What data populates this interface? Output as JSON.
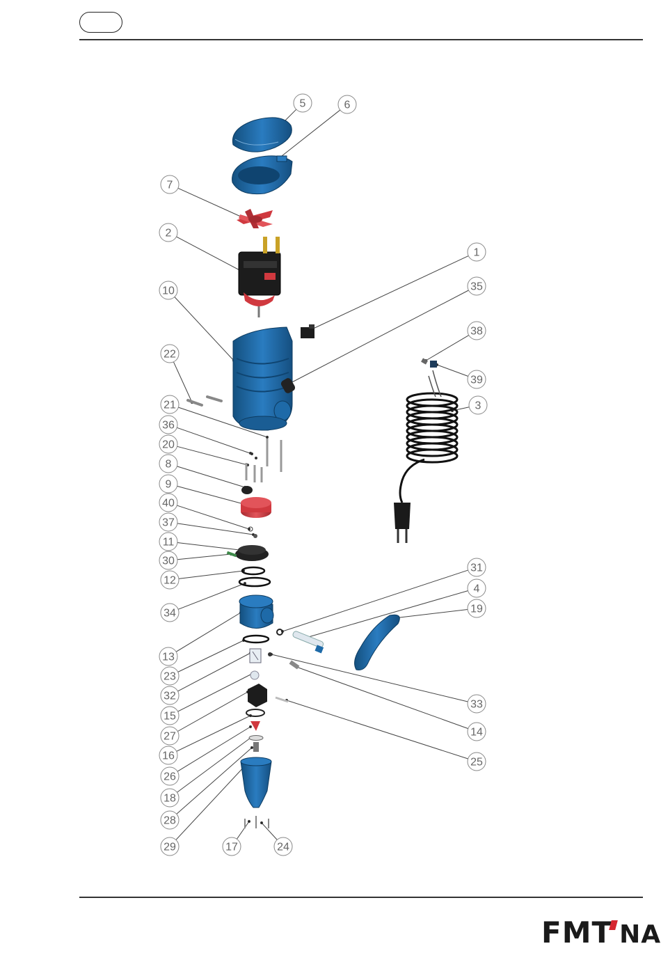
{
  "header": {
    "page_badge": ""
  },
  "logo": {
    "brand": "FMT",
    "suffix": "NA",
    "accent_color": "#d6262f"
  },
  "colors": {
    "part_blue": "#1e6aa8",
    "part_red": "#d0393f",
    "part_dark": "#222222",
    "callout": "#666666"
  },
  "callouts": [
    "5",
    "6",
    "7",
    "2",
    "1",
    "10",
    "35",
    "38",
    "22",
    "39",
    "3",
    "21",
    "36",
    "20",
    "8",
    "9",
    "40",
    "37",
    "11",
    "30",
    "12",
    "34",
    "31",
    "4",
    "19",
    "13",
    "23",
    "32",
    "15",
    "27",
    "33",
    "14",
    "16",
    "26",
    "25",
    "18",
    "28",
    "29",
    "17",
    "24"
  ]
}
